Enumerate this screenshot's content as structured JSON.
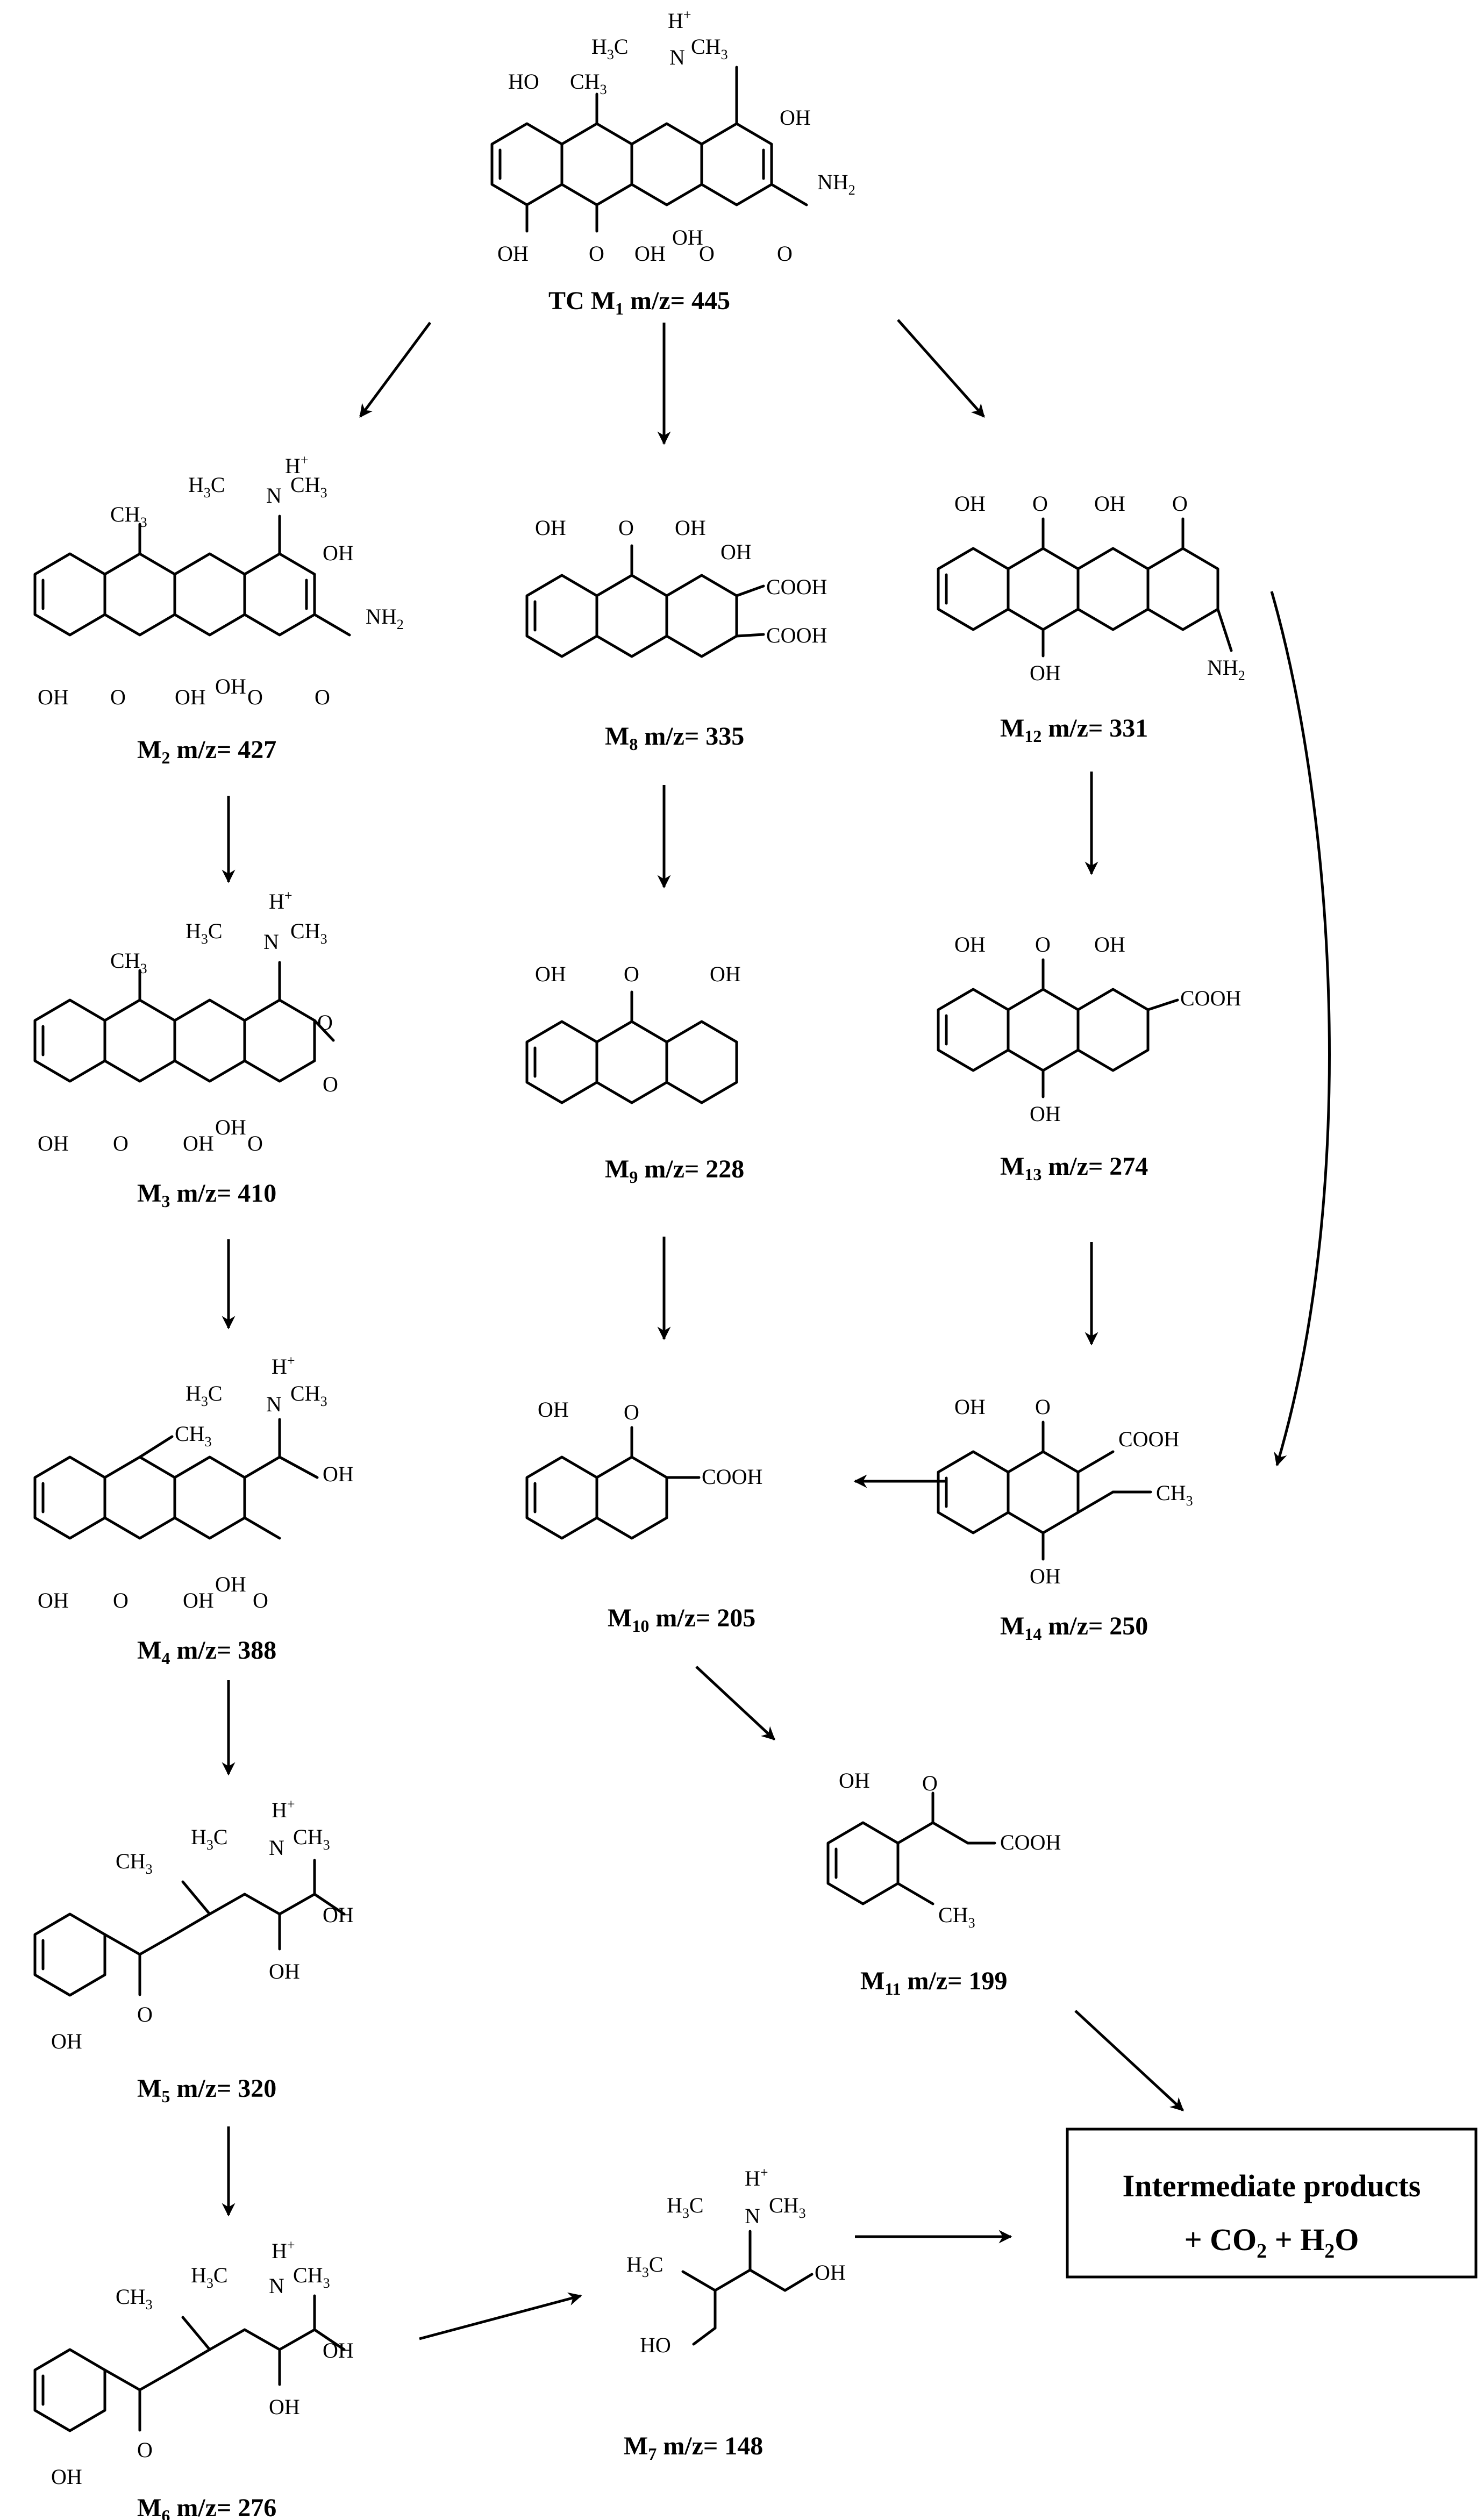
{
  "compounds": [
    {
      "id": "M1",
      "prefix": "TC ",
      "sub": "1",
      "mz": "445"
    },
    {
      "id": "M2",
      "prefix": "",
      "sub": "2",
      "mz": "427"
    },
    {
      "id": "M3",
      "prefix": "",
      "sub": "3",
      "mz": "410"
    },
    {
      "id": "M4",
      "prefix": "",
      "sub": "4",
      "mz": "388"
    },
    {
      "id": "M5",
      "prefix": "",
      "sub": "5",
      "mz": "320"
    },
    {
      "id": "M6",
      "prefix": "",
      "sub": "6",
      "mz": "276"
    },
    {
      "id": "M7",
      "prefix": "",
      "sub": "7",
      "mz": "148"
    },
    {
      "id": "M8",
      "prefix": "",
      "sub": "8",
      "mz": "335"
    },
    {
      "id": "M9",
      "prefix": "",
      "sub": "9",
      "mz": "228"
    },
    {
      "id": "M10",
      "prefix": "",
      "sub": "10",
      "mz": "205"
    },
    {
      "id": "M11",
      "prefix": "",
      "sub": "11",
      "mz": "199"
    },
    {
      "id": "M12",
      "prefix": "",
      "sub": "12",
      "mz": "331"
    },
    {
      "id": "M13",
      "prefix": "",
      "sub": "13",
      "mz": "274"
    },
    {
      "id": "M14",
      "prefix": "",
      "sub": "14",
      "mz": "250"
    }
  ],
  "label_parts": {
    "letter": "M",
    "mz_text": " m/z= "
  },
  "final_box": {
    "line1": "Intermediate products",
    "line2_a": "+ CO",
    "line2_b": "2",
    "line2_c": " + H",
    "line2_d": "2",
    "line2_e": "O"
  },
  "atoms": {
    "OH": "OH",
    "HO": "HO",
    "O": "O",
    "NH2": "NH",
    "two": "2",
    "COOH": "COOH",
    "H3C": "H",
    "CH3": "CH",
    "three": "3",
    "N": "N",
    "Hplus": "H",
    "plus": "+"
  },
  "colors": {
    "ink": "#000000",
    "background": "#ffffff"
  }
}
